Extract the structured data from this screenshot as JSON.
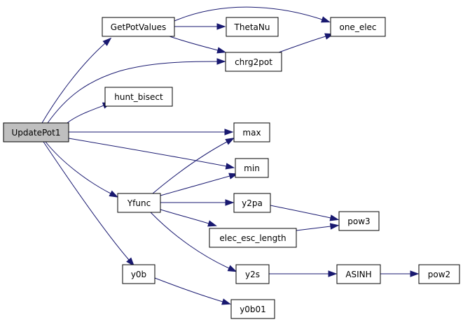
{
  "diagram": {
    "type": "call-graph",
    "colors": {
      "edge": "#191970",
      "node_fill": "#ffffff",
      "root_fill": "#bfbfbf",
      "border": "#000000"
    },
    "nodes": [
      {
        "id": "UpdatePot1",
        "label": "UpdatePot1"
      },
      {
        "id": "GetPotValues",
        "label": "GetPotValues"
      },
      {
        "id": "ThetaNu",
        "label": "ThetaNu"
      },
      {
        "id": "one_elec",
        "label": "one_elec"
      },
      {
        "id": "chrg2pot",
        "label": "chrg2pot"
      },
      {
        "id": "hunt_bisect",
        "label": "hunt_bisect"
      },
      {
        "id": "max",
        "label": "max"
      },
      {
        "id": "min",
        "label": "min"
      },
      {
        "id": "Yfunc",
        "label": "Yfunc"
      },
      {
        "id": "y2pa",
        "label": "y2pa"
      },
      {
        "id": "pow3",
        "label": "pow3"
      },
      {
        "id": "elec_esc_length",
        "label": "elec_esc_length"
      },
      {
        "id": "y2s",
        "label": "y2s"
      },
      {
        "id": "ASINH",
        "label": "ASINH"
      },
      {
        "id": "pow2",
        "label": "pow2"
      },
      {
        "id": "y0b",
        "label": "y0b"
      },
      {
        "id": "y0b01",
        "label": "y0b01"
      }
    ],
    "edges": [
      {
        "from": "UpdatePot1",
        "to": "GetPotValues"
      },
      {
        "from": "UpdatePot1",
        "to": "chrg2pot"
      },
      {
        "from": "UpdatePot1",
        "to": "hunt_bisect"
      },
      {
        "from": "UpdatePot1",
        "to": "max"
      },
      {
        "from": "UpdatePot1",
        "to": "min"
      },
      {
        "from": "UpdatePot1",
        "to": "Yfunc"
      },
      {
        "from": "UpdatePot1",
        "to": "y0b"
      },
      {
        "from": "GetPotValues",
        "to": "ThetaNu"
      },
      {
        "from": "GetPotValues",
        "to": "one_elec"
      },
      {
        "from": "GetPotValues",
        "to": "chrg2pot"
      },
      {
        "from": "chrg2pot",
        "to": "one_elec"
      },
      {
        "from": "Yfunc",
        "to": "max"
      },
      {
        "from": "Yfunc",
        "to": "min"
      },
      {
        "from": "Yfunc",
        "to": "y2pa"
      },
      {
        "from": "Yfunc",
        "to": "elec_esc_length"
      },
      {
        "from": "Yfunc",
        "to": "y2s"
      },
      {
        "from": "y2pa",
        "to": "pow3"
      },
      {
        "from": "elec_esc_length",
        "to": "pow3"
      },
      {
        "from": "y2s",
        "to": "ASINH"
      },
      {
        "from": "ASINH",
        "to": "pow2"
      },
      {
        "from": "y0b",
        "to": "y0b01"
      }
    ]
  }
}
